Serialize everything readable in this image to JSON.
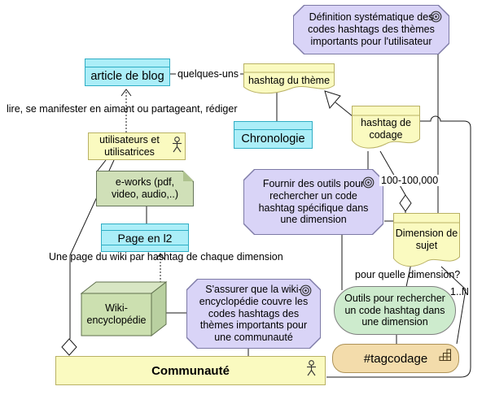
{
  "diagram": {
    "goals": {
      "definition": "Définition systématique des codes hashtags des thèmes importants pour l'utilisateur",
      "fournir": "Fournir des outils pour rechercher un code hashtag spécifique dans une dimension",
      "assurer": "S'assurer que la wiki-encyclopédie couvre les codes hashtags des thèmes importants pour une communauté"
    },
    "nodes": {
      "article_de_blog": "article de blog",
      "hashtag_du_theme": "hashtag du thème",
      "chronologie": "Chronologie",
      "hashtag_de_codage": "hashtag de codage",
      "utilisateurs": "utilisateurs et utilisatrices",
      "eworks": "e-works (pdf, video, audio,..)",
      "page_en_l2": "Page en l2",
      "dimension_de_sujet": "Dimension de sujet",
      "wiki_encyclopedie": "Wiki-encyclopédie",
      "outils_rechercher": "Outils pour rechercher un code hashtag dans une dimension",
      "tagcodage": "#tagcodage",
      "communaute": "Communauté"
    },
    "labels": {
      "quelques_uns": "quelques-uns",
      "lire": "lire, se manifester en aimant ou partageant, rédiger",
      "multiplicity": "100-100,000",
      "une_page": "Une page du wiki par hashtag de chaque dimension",
      "pour_quelle": "pour quelle dimension?",
      "one_to_n": "1..N"
    },
    "icons": {
      "goal_marker": "target-icon",
      "actor_marker": "actor-icon",
      "component_marker": "grid-icon"
    },
    "colors": {
      "goal_fill": "#d9d4f7",
      "cyan_fill": "#abeef8",
      "cyan_border": "#2fadc4",
      "yellow_fill": "#fafac0",
      "yellow_border": "#b9b164",
      "green_note_fill": "#d0e0b8",
      "ellipse_fill": "#cdebcd",
      "tan_fill": "#f3dcab",
      "line": "#1a1a1a"
    }
  }
}
